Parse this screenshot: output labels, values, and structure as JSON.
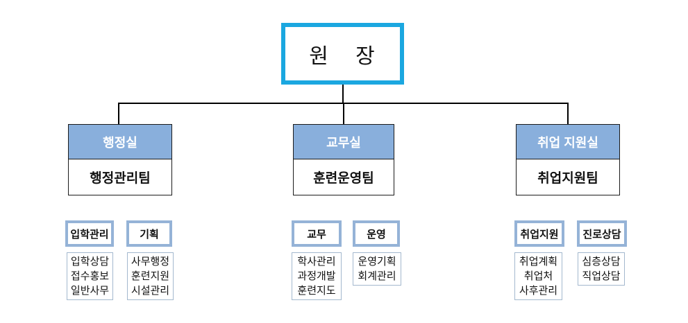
{
  "org": {
    "root_label": "원 장",
    "branches": [
      {
        "office": "행정실",
        "team": "행정관리팀",
        "groups": [
          {
            "title": "입학관리",
            "items": [
              "입학상담",
              "접수홍보",
              "일반사무"
            ]
          },
          {
            "title": "기획",
            "items": [
              "사무행정",
              "훈련지원",
              "시설관리"
            ]
          }
        ]
      },
      {
        "office": "교무실",
        "team": "훈련운영팀",
        "groups": [
          {
            "title": "교무",
            "items": [
              "학사관리",
              "과정개발",
              "훈련지도"
            ]
          },
          {
            "title": "운영",
            "items": [
              "운영기획",
              "회계관리"
            ]
          }
        ]
      },
      {
        "office": "취업 지원실",
        "team": "취업지원팀",
        "groups": [
          {
            "title": "취업지원",
            "items": [
              "취업계획",
              "취업처",
              "사후관리"
            ]
          },
          {
            "title": "진로상담",
            "items": [
              "심층상담",
              "직업상담"
            ]
          }
        ]
      }
    ]
  },
  "colors": {
    "accent": "#1BA7E0",
    "header-fill": "#89AFDC",
    "header-text": "#FFFFFF",
    "title-border": "#95B3D7",
    "list-border": "#A3B8CE",
    "line": "#000000"
  }
}
